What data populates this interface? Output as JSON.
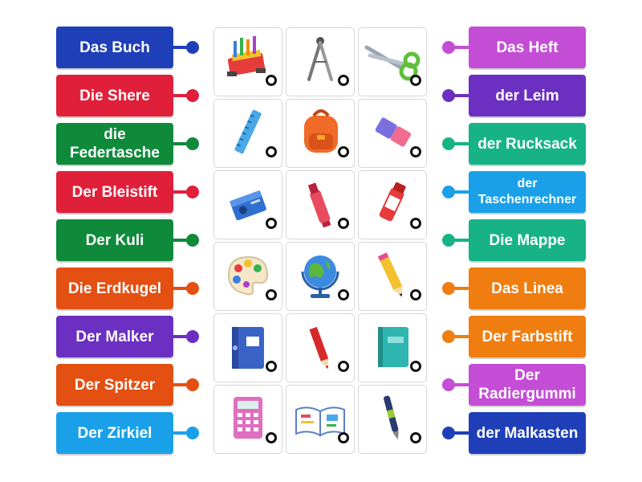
{
  "left_labels": [
    {
      "text": "Das Buch",
      "color": "#1f3fb8"
    },
    {
      "text": "Die Shere",
      "color": "#e0203a"
    },
    {
      "text": "die Federtasche",
      "color": "#0e8a3a"
    },
    {
      "text": "Der Bleistift",
      "color": "#e0203a"
    },
    {
      "text": "Der Kuli",
      "color": "#0e8a3a"
    },
    {
      "text": "Die Erdkugel",
      "color": "#e44f12"
    },
    {
      "text": "Der Malker",
      "color": "#6b2fc2"
    },
    {
      "text": "Der Spitzer",
      "color": "#e44f12"
    },
    {
      "text": "Der Zirkiel",
      "color": "#1aa0e8"
    }
  ],
  "right_labels": [
    {
      "text": "Das Heft",
      "color": "#c44dd6"
    },
    {
      "text": "der Leim",
      "color": "#6b2fc2"
    },
    {
      "text": "der Rucksack",
      "color": "#17b386"
    },
    {
      "text": "der Taschenrechner",
      "color": "#1aa0e8"
    },
    {
      "text": "Die Mappe",
      "color": "#17b386"
    },
    {
      "text": "Das Linea",
      "color": "#ef7d10"
    },
    {
      "text": "Der Farbstift",
      "color": "#ef7d10"
    },
    {
      "text": "Der Radiergummi",
      "color": "#c44dd6"
    },
    {
      "text": "der Malkasten",
      "color": "#1f3fb8"
    }
  ],
  "tiles": [
    "pencil-case-icon",
    "compass-icon",
    "scissors-icon",
    "ruler-icon",
    "backpack-icon",
    "eraser-icon",
    "sharpener-icon",
    "highlighter-icon",
    "glue-icon",
    "paint-palette-icon",
    "globe-icon",
    "pencil-icon",
    "binder-folder-icon",
    "colored-pencil-icon",
    "notebook-icon",
    "calculator-icon",
    "open-book-icon",
    "pen-icon"
  ]
}
